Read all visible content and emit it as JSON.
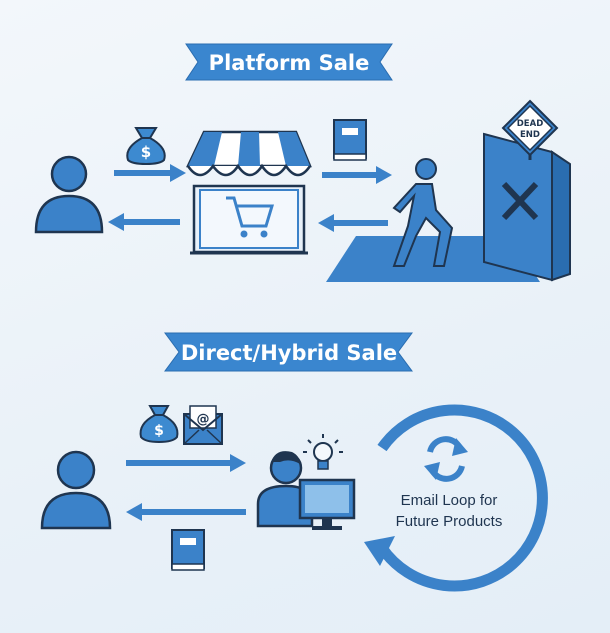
{
  "sections": {
    "platform": {
      "title": "Platform Sale"
    },
    "direct": {
      "title": "Direct/Hybrid Sale"
    }
  },
  "sign": {
    "line1": "DEAD",
    "line2": "END"
  },
  "loop": {
    "line1": "Email Loop for",
    "line2": "Future Products"
  },
  "icons": {
    "platform": [
      "person-icon",
      "money-bag-icon",
      "storefront-icon",
      "shopping-cart-icon",
      "book-icon",
      "walking-person-icon",
      "dead-end-sign-icon",
      "wall-x-icon"
    ],
    "direct": [
      "person-icon",
      "money-bag-icon",
      "email-icon",
      "lightbulb-icon",
      "creator-at-computer-icon",
      "book-icon",
      "refresh-icon",
      "circular-loop-arrow-icon"
    ]
  },
  "colors": {
    "primary": "#3b82c9",
    "dark_outline": "#1f3550",
    "light_fill": "#8ec0ea",
    "money_bag": "#3d8ad0"
  }
}
